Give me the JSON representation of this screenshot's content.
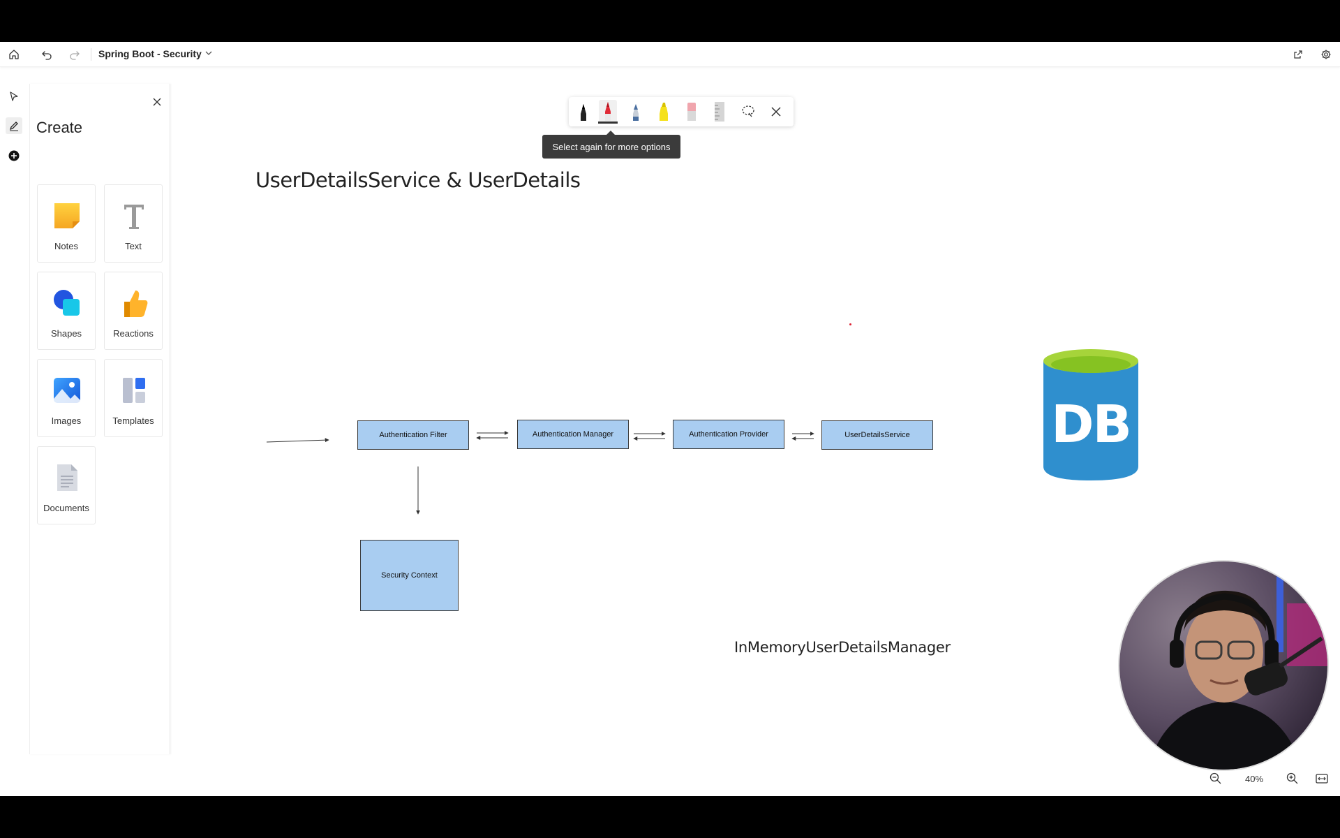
{
  "toolbar": {
    "doc_title": "Spring Boot - Security",
    "icons": [
      "home-icon",
      "undo-icon",
      "redo-icon",
      "chevron-down-icon",
      "share-icon",
      "settings-icon"
    ]
  },
  "rail": {
    "icons": [
      "select-pointer-icon",
      "pen-icon",
      "add-icon"
    ]
  },
  "create_panel": {
    "title": "Create",
    "items": [
      {
        "label": "Notes",
        "icon": "sticky-note-icon"
      },
      {
        "label": "Text",
        "icon": "text-icon"
      },
      {
        "label": "Shapes",
        "icon": "shapes-icon"
      },
      {
        "label": "Reactions",
        "icon": "thumbs-up-icon"
      },
      {
        "label": "Images",
        "icon": "image-icon"
      },
      {
        "label": "Templates",
        "icon": "templates-icon"
      },
      {
        "label": "Documents",
        "icon": "document-icon"
      }
    ]
  },
  "pen_toolbar": {
    "tools": [
      "black-pen",
      "red-pen",
      "blue-pen",
      "yellow-highlighter",
      "eraser",
      "ruler",
      "lasso-select",
      "close"
    ],
    "selected": "red-pen",
    "tooltip": "Select again for more options"
  },
  "canvas": {
    "heading": "UserDetailsService & UserDetails",
    "subheading": "InMemoryUserDetailsManager",
    "boxes": {
      "auth_filter": "Authentication Filter",
      "auth_manager": "Authentication Manager",
      "auth_provider": "Authentication Provider",
      "user_details_service": "UserDetailsService",
      "security_context": "Security Context"
    },
    "db_label": "DB"
  },
  "zoom": {
    "value": "40%"
  },
  "colors": {
    "box_fill": "#a9cdf1",
    "db_blue": "#2f8fce",
    "db_green": "#86c222"
  }
}
